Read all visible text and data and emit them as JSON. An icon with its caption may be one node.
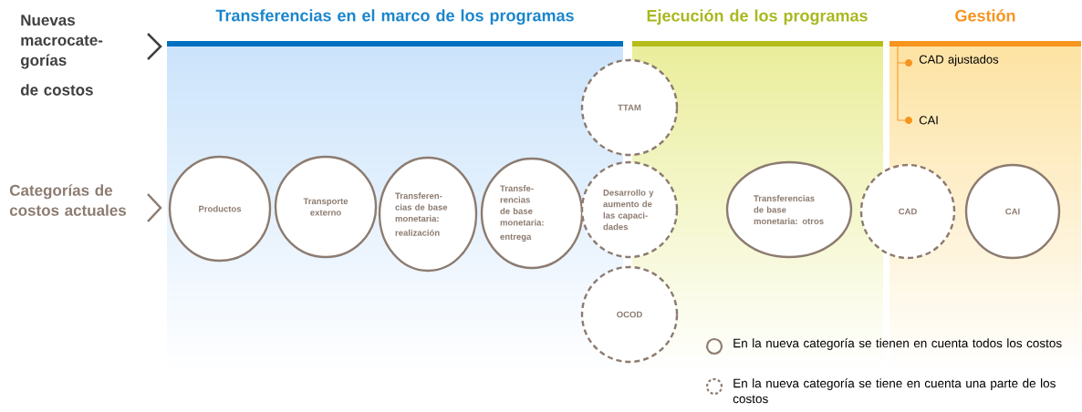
{
  "diagram": {
    "nodes": [
      {
        "text": [
          "Transferencias en el marco de los programas"
        ]
      },
      {
        "text": [
          "Ejecución de los programas"
        ]
      },
      {
        "text": [
          "Gestión"
        ]
      },
      {
        "text": [
          "Productos"
        ],
        "in": 0
      },
      {
        "text": [
          "Transporte externo"
        ],
        "in": 0
      },
      {
        "text": [
          "Transferen- cias de base monetaria:",
          "realización"
        ],
        "in": 0
      },
      {
        "text": [
          "Transfe- rencias de base monetaria:",
          "entrega"
        ],
        "in": 0
      },
      {
        "text": [
          "TTAM"
        ]
      },
      {
        "text": [
          "Desarrollo y aumento de las capaci- dades"
        ]
      },
      {
        "text": [
          "OCOD"
        ]
      },
      {
        "text": [
          "Transferencias de base monetaria: otros"
        ],
        "in": 1
      },
      {
        "text": [
          "CAD"
        ]
      },
      {
        "text": [
          "CAI"
        ],
        "in": 2
      }
    ],
    "labels": [
      "Nuevas macrocate- gorías",
      "de costos",
      "Categorías de costos actuales",
      "CAD ajustados",
      "CAI"
    ],
    "legend": [
      {
        "text": "En la nueva categoría se tienen en cuenta todos los costos"
      },
      {
        "text": "En la nueva categoría se tiene en cuenta una parte de los costos"
      }
    ]
  }
}
